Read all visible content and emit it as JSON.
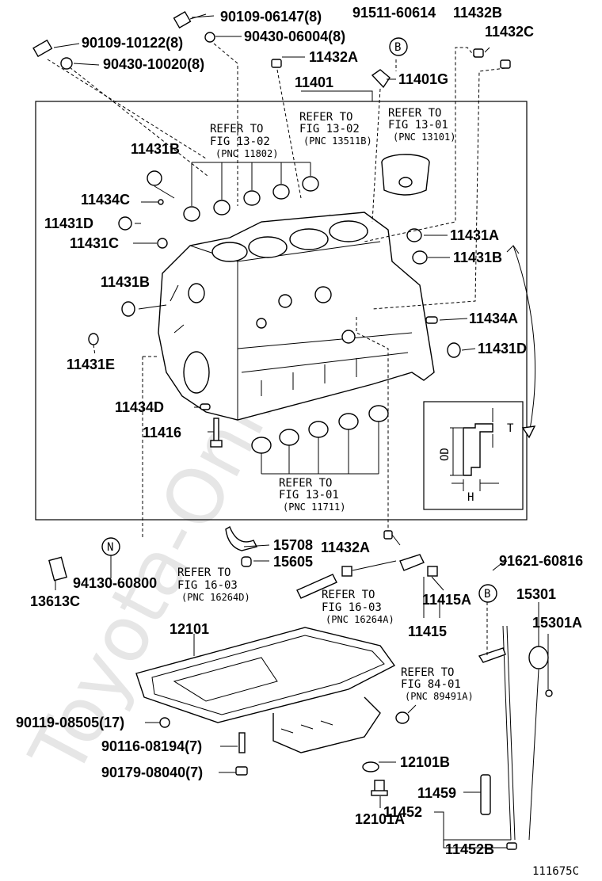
{
  "watermark": "Toyota-Online.ru",
  "part_labels": {
    "p90109_06147": "90109-06147(8)",
    "p90430_06004": "90430-06004(8)",
    "p90109_10122": "90109-10122(8)",
    "p90430_10020": "90430-10020(8)",
    "p91511_60614": "91511-60614",
    "p11432B_top": "11432B",
    "p11432C": "11432C",
    "p11432A_top": "11432A",
    "p11401": "11401",
    "p11401G": "11401G",
    "p11431B_a": "11431B",
    "p11434C": "11434C",
    "p11431D_a": "11431D",
    "p11431C": "11431C",
    "p11431A": "11431A",
    "p11431B_b": "11431B",
    "p11431B_c": "11431B",
    "p11434A": "11434A",
    "p11431E": "11431E",
    "p11431D_b": "11431D",
    "p11434D": "11434D",
    "p11416": "11416",
    "p15708": "15708",
    "p11432A_low": "11432A",
    "p15605": "15605",
    "p94130_60800": "94130-60800",
    "p13613C": "13613C",
    "p91621_60816": "91621-60816",
    "p11415A": "11415A",
    "p11415": "11415",
    "p15301": "15301",
    "p15301A": "15301A",
    "p12101": "12101",
    "p90119_08505": "90119-08505(17)",
    "p90116_08194": "90116-08194(7)",
    "p90179_08040": "90179-08040(7)",
    "p12101B": "12101B",
    "p11459": "11459",
    "p12101A": "12101A",
    "p11452": "11452",
    "p11452B": "11452B"
  },
  "callouts": {
    "B_top": "B",
    "N": "N",
    "B_low": "B"
  },
  "refers": [
    {
      "l1": "REFER TO",
      "l2": "FIG 13-02",
      "l3": "(PNC 11802)"
    },
    {
      "l1": "REFER TO",
      "l2": "FIG 13-02",
      "l3": "(PNC 13511B)"
    },
    {
      "l1": "REFER TO",
      "l2": "FIG 13-01",
      "l3": "(PNC 13101)"
    },
    {
      "l1": "REFER TO",
      "l2": "FIG 13-01",
      "l3": "(PNC 11711)"
    },
    {
      "l1": "REFER TO",
      "l2": "FIG 16-03",
      "l3": "(PNC 16264D)"
    },
    {
      "l1": "REFER TO",
      "l2": "FIG 16-03",
      "l3": "(PNC 16264A)"
    },
    {
      "l1": "REFER TO",
      "l2": "FIG 84-01",
      "l3": "(PNC 89491A)"
    }
  ],
  "inset": {
    "od": "OD",
    "t": "T",
    "h": "H"
  },
  "figure_id": "111675C"
}
